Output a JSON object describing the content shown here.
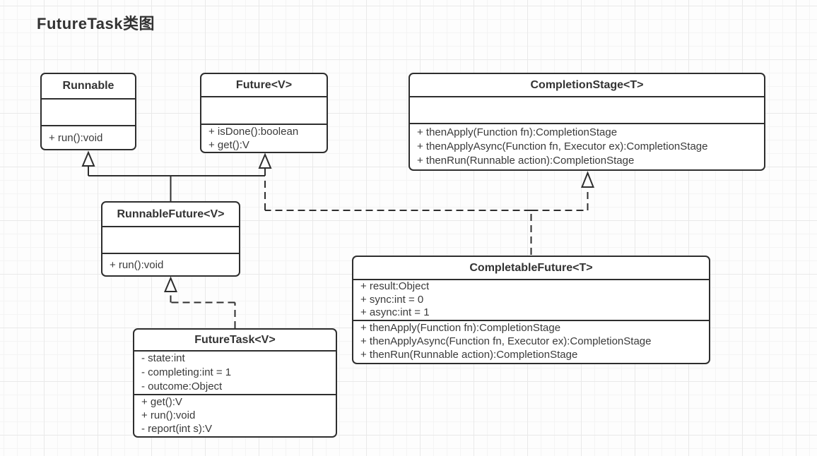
{
  "title": "FutureTask类图",
  "classes": [
    {
      "name": "Runnable",
      "attributes": [],
      "methods": [
        "+ run():void"
      ]
    },
    {
      "name": "Future<V>",
      "attributes": [],
      "methods": [
        "+ isDone():boolean",
        "+ get():V"
      ]
    },
    {
      "name": "CompletionStage<T>",
      "attributes": [],
      "methods": [
        "+ thenApply(Function fn):CompletionStage",
        "+ thenApplyAsync(Function fn, Executor ex):CompletionStage",
        "+ thenRun(Runnable action):CompletionStage"
      ]
    },
    {
      "name": "RunnableFuture<V>",
      "attributes": [],
      "methods": [
        "+ run():void"
      ]
    },
    {
      "name": "CompletableFuture<T>",
      "attributes": [
        "+ result:Object",
        "+ sync:int = 0",
        "+ async:int = 1"
      ],
      "methods": [
        "+ thenApply(Function fn):CompletionStage",
        "+ thenApplyAsync(Function fn, Executor ex):CompletionStage",
        "+ thenRun(Runnable action):CompletionStage"
      ]
    },
    {
      "name": "FutureTask<V>",
      "attributes": [
        "- state:int",
        "- completing:int = 1",
        "- outcome:Object"
      ],
      "methods": [
        "+ get():V",
        "+ run():void",
        "- report(int s):V"
      ]
    }
  ],
  "relations": [
    {
      "from": "RunnableFuture<V>",
      "to": "Runnable",
      "type": "generalization",
      "line": "solid"
    },
    {
      "from": "RunnableFuture<V>",
      "to": "Future<V>",
      "type": "generalization",
      "line": "solid"
    },
    {
      "from": "CompletableFuture<T>",
      "to": "Future<V>",
      "type": "realization",
      "line": "dashed"
    },
    {
      "from": "CompletableFuture<T>",
      "to": "CompletionStage<T>",
      "type": "realization",
      "line": "dashed"
    },
    {
      "from": "FutureTask<V>",
      "to": "RunnableFuture<V>",
      "type": "realization",
      "line": "dashed"
    }
  ],
  "colors": {
    "border": "#2e2e2e",
    "text": "#3a3a3a",
    "background": "#fdfdfd",
    "grid": "#e9e9e9"
  }
}
